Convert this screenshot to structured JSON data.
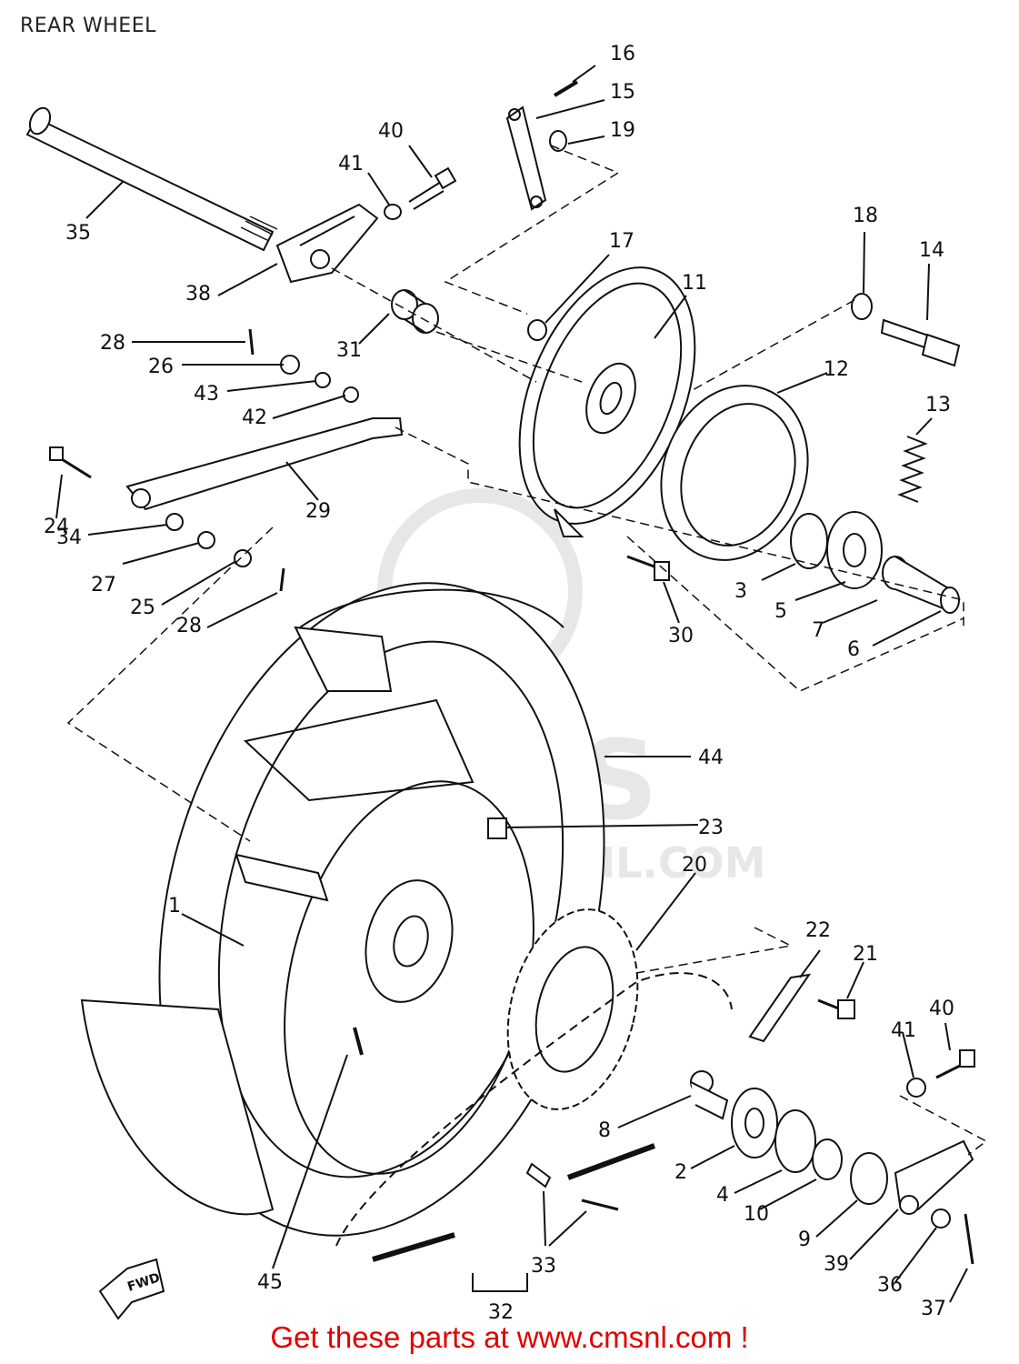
{
  "page": {
    "title": "REAR WHEEL",
    "footer_text": "Get these parts at www.cmsnl.com !",
    "fwd_label": "FWD",
    "watermark_text": "CMS",
    "watermark_url": "WWW.CMSNL.COM"
  },
  "colors": {
    "line": "#111111",
    "footer": "#e00000",
    "watermark": "#e7e7e7"
  },
  "labels": [
    {
      "id": "16",
      "text": "16"
    },
    {
      "id": "15",
      "text": "15"
    },
    {
      "id": "19",
      "text": "19"
    },
    {
      "id": "40a",
      "text": "40"
    },
    {
      "id": "41a",
      "text": "41"
    },
    {
      "id": "35",
      "text": "35"
    },
    {
      "id": "17",
      "text": "17"
    },
    {
      "id": "11",
      "text": "11"
    },
    {
      "id": "18",
      "text": "18"
    },
    {
      "id": "14",
      "text": "14"
    },
    {
      "id": "38",
      "text": "38"
    },
    {
      "id": "28a",
      "text": "28"
    },
    {
      "id": "31",
      "text": "31"
    },
    {
      "id": "26",
      "text": "26"
    },
    {
      "id": "43",
      "text": "43"
    },
    {
      "id": "12",
      "text": "12"
    },
    {
      "id": "42",
      "text": "42"
    },
    {
      "id": "13",
      "text": "13"
    },
    {
      "id": "29",
      "text": "29"
    },
    {
      "id": "24",
      "text": "24"
    },
    {
      "id": "34",
      "text": "34"
    },
    {
      "id": "27",
      "text": "27"
    },
    {
      "id": "25",
      "text": "25"
    },
    {
      "id": "28b",
      "text": "28"
    },
    {
      "id": "3",
      "text": "3"
    },
    {
      "id": "5",
      "text": "5"
    },
    {
      "id": "7",
      "text": "7"
    },
    {
      "id": "6",
      "text": "6"
    },
    {
      "id": "30",
      "text": "30"
    },
    {
      "id": "44",
      "text": "44"
    },
    {
      "id": "23",
      "text": "23"
    },
    {
      "id": "20",
      "text": "20"
    },
    {
      "id": "1",
      "text": "1"
    },
    {
      "id": "22",
      "text": "22"
    },
    {
      "id": "21",
      "text": "21"
    },
    {
      "id": "40b",
      "text": "40"
    },
    {
      "id": "41b",
      "text": "41"
    },
    {
      "id": "8",
      "text": "8"
    },
    {
      "id": "2",
      "text": "2"
    },
    {
      "id": "4",
      "text": "4"
    },
    {
      "id": "10",
      "text": "10"
    },
    {
      "id": "9",
      "text": "9"
    },
    {
      "id": "39",
      "text": "39"
    },
    {
      "id": "36",
      "text": "36"
    },
    {
      "id": "37",
      "text": "37"
    },
    {
      "id": "33",
      "text": "33"
    },
    {
      "id": "32",
      "text": "32"
    },
    {
      "id": "45",
      "text": "45"
    }
  ]
}
